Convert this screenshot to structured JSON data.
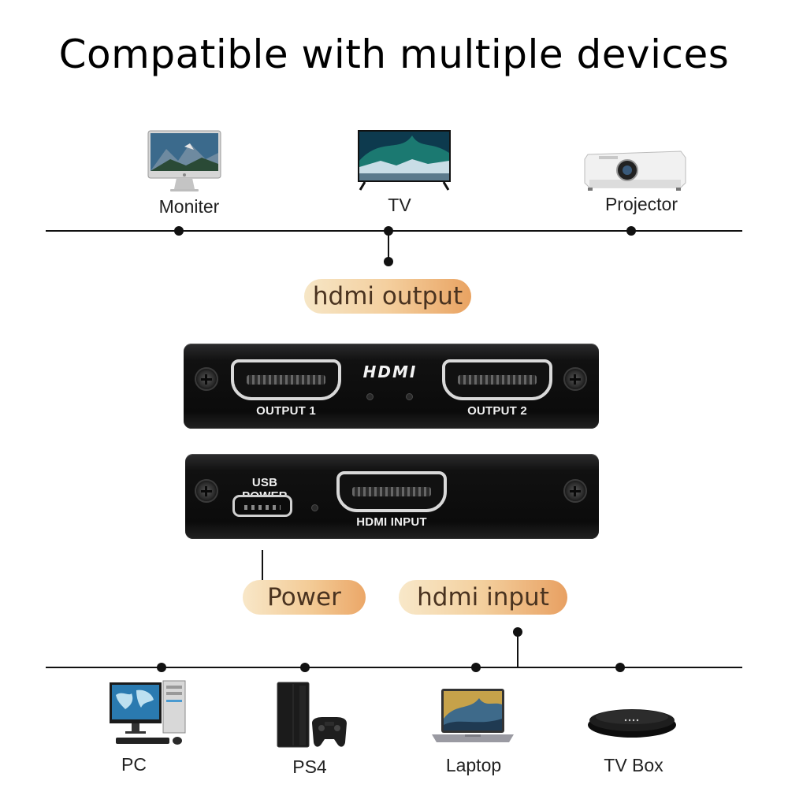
{
  "title": "Compatible with multiple devices",
  "top_devices": [
    {
      "label": "Moniter",
      "icon": "monitor-icon"
    },
    {
      "label": "TV",
      "icon": "tv-icon"
    },
    {
      "label": "Projector",
      "icon": "projector-icon"
    }
  ],
  "bottom_devices": [
    {
      "label": "PC",
      "icon": "pc-icon"
    },
    {
      "label": "PS4",
      "icon": "ps4-icon"
    },
    {
      "label": "Laptop",
      "icon": "laptop-icon"
    },
    {
      "label": "TV Box",
      "icon": "tv-box-icon"
    }
  ],
  "pills": {
    "output": "hdmi output",
    "power": "Power",
    "input": "hdmi input"
  },
  "splitter": {
    "logo": "HDMI",
    "output1": "OUTPUT 1",
    "output2": "OUTPUT 2",
    "usb_power": "USB POWER",
    "hdmi_input": "HDMI  INPUT"
  },
  "colors": {
    "accent_gradient_start": "#f6e6c6",
    "accent_gradient_end": "#e9a362",
    "device_body": "#111111",
    "line": "#111111"
  }
}
